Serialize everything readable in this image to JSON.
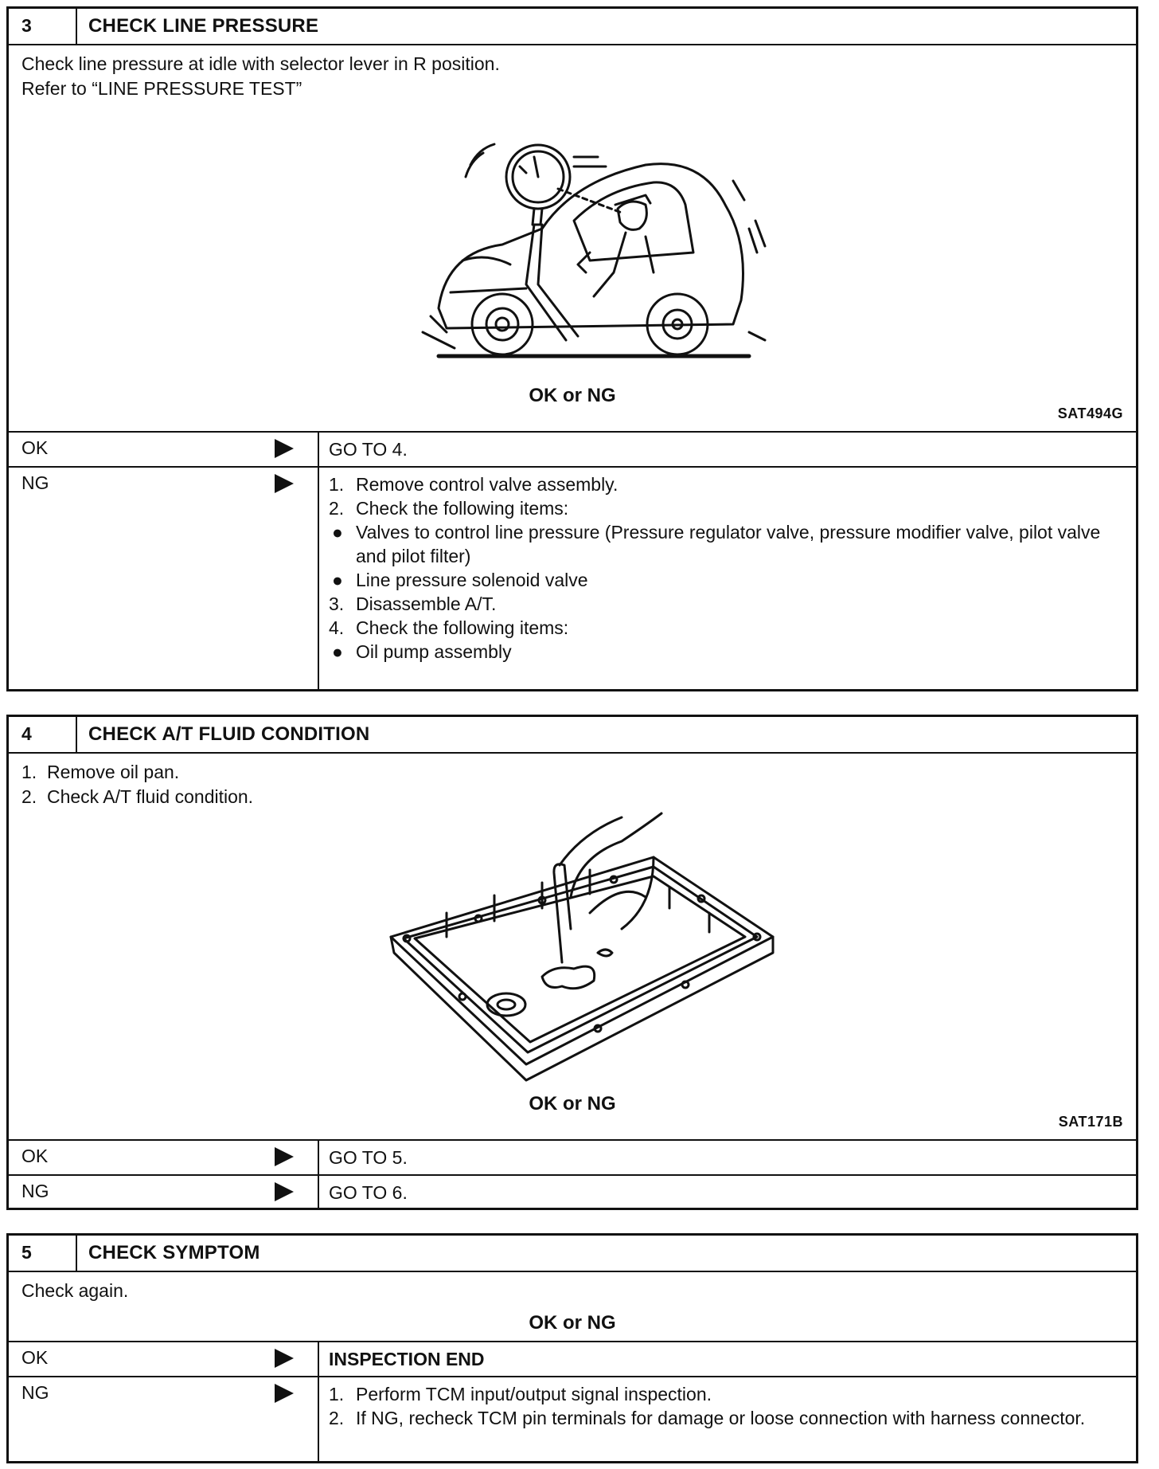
{
  "step3": {
    "number": "3",
    "title": "CHECK LINE PRESSURE",
    "body": [
      "Check line pressure at idle with selector lever in R position.",
      "Refer to “LINE PRESSURE TEST”"
    ],
    "image_code": "SAT494G",
    "result_heading": "OK or NG",
    "ok": {
      "label": "OK",
      "action": "GO TO 4."
    },
    "ng": {
      "label": "NG",
      "items": [
        {
          "marker": "1.",
          "text": "Remove control valve assembly."
        },
        {
          "marker": "2.",
          "text": "Check the following items:"
        },
        {
          "marker": "●",
          "text": "Valves to control line pressure (Pressure regulator valve, pressure modifier valve, pilot valve and pilot filter)"
        },
        {
          "marker": "●",
          "text": "Line pressure solenoid valve"
        },
        {
          "marker": "3.",
          "text": "Disassemble A/T."
        },
        {
          "marker": "4.",
          "text": "Check the following items:"
        },
        {
          "marker": "●",
          "text": "Oil pump assembly"
        }
      ]
    }
  },
  "step4": {
    "number": "4",
    "title": "CHECK A/T FLUID CONDITION",
    "body": [
      "1.  Remove oil pan.",
      "2.  Check A/T fluid condition."
    ],
    "image_code": "SAT171B",
    "result_heading": "OK or NG",
    "ok": {
      "label": "OK",
      "action": "GO TO 5."
    },
    "ng": {
      "label": "NG",
      "action": "GO TO 6."
    }
  },
  "step5": {
    "number": "5",
    "title": "CHECK SYMPTOM",
    "body": [
      "Check again."
    ],
    "result_heading": "OK or NG",
    "ok": {
      "label": "OK",
      "action": "INSPECTION END"
    },
    "ng": {
      "label": "NG",
      "items": [
        {
          "marker": "1.",
          "text": "Perform TCM input/output signal inspection."
        },
        {
          "marker": "2.",
          "text": "If NG, recheck TCM pin terminals for damage or loose connection with harness connector."
        }
      ]
    }
  }
}
